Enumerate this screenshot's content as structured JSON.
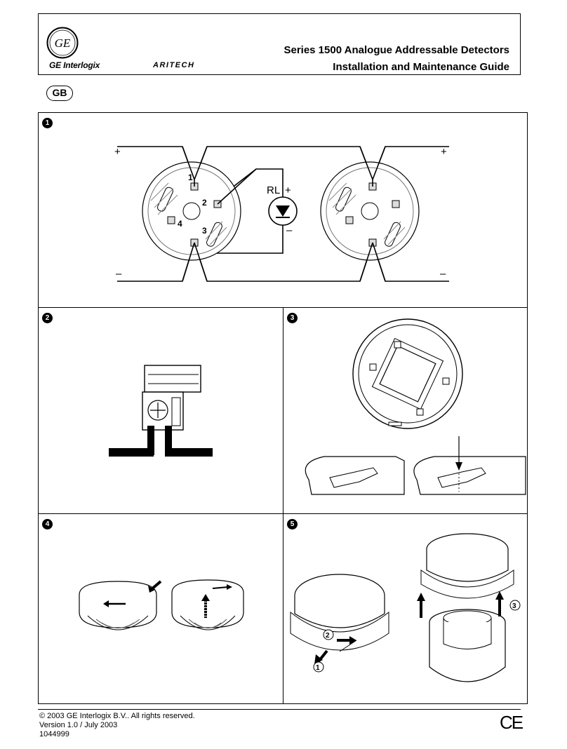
{
  "header": {
    "brand_logo": "GE",
    "brand_name": "GE Interlogix",
    "partner_brand": "ARITECH",
    "title_line1": "Series 1500 Analogue Addressable Detectors",
    "title_line2": "Installation and Maintenance Guide"
  },
  "language_badge": "GB",
  "panels": [
    {
      "number": "1",
      "labels": {
        "plus_left": "+",
        "plus_right": "+",
        "minus_left": "–",
        "minus_right": "–",
        "relay": "RL",
        "relay_plus": "+",
        "relay_minus": "–",
        "terminal1": "1",
        "terminal2": "2",
        "terminal3": "3",
        "terminal4": "4"
      }
    },
    {
      "number": "2"
    },
    {
      "number": "3"
    },
    {
      "number": "4"
    },
    {
      "number": "5",
      "steps": [
        "1",
        "2",
        "3"
      ]
    }
  ],
  "footer": {
    "copyright": "© 2003 GE Interlogix B.V.. All rights reserved.",
    "version": "Version 1.0 / July 2003",
    "doc_number": "1044999",
    "mark": "CE"
  }
}
